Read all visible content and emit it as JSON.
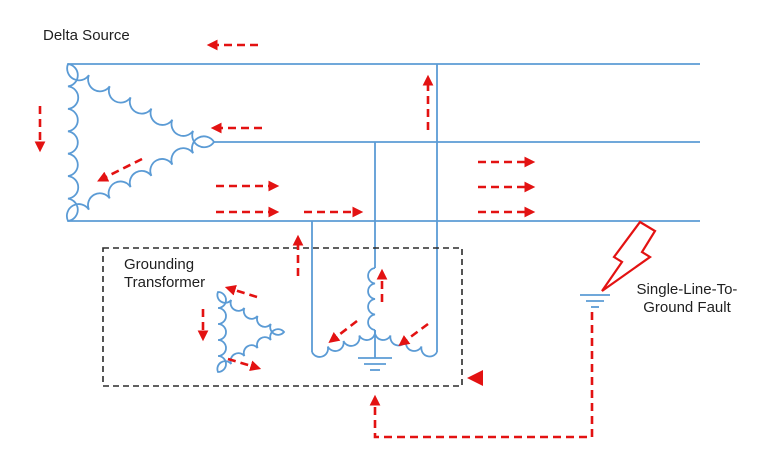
{
  "labels": {
    "delta_source": "Delta Source",
    "grounding_transformer_line1": "Grounding",
    "grounding_transformer_line2": "Transformer",
    "fault_line1": "Single-Line-To-",
    "fault_line2": "Ground Fault"
  },
  "icons": {
    "fault_indicator": "lightning-bolt",
    "ground": "earth-ground-symbol",
    "windings": "coil-scallops",
    "current_flow": "red-dashed-arrow"
  },
  "colors": {
    "line-blue": "#5b9bd5",
    "current-red": "#e31212",
    "text-black": "#1f1f1f",
    "box-black": "#2b2b2b",
    "background": "#ffffff"
  }
}
